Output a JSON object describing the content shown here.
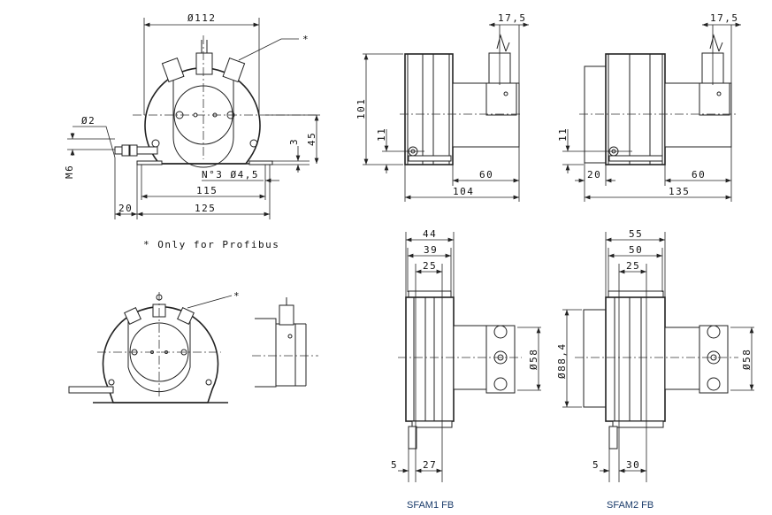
{
  "front_view": {
    "dia_112": "Ø112",
    "asterisk": "*",
    "dia_2": "Ø2",
    "m6": "M6",
    "dim_3": "3",
    "dim_45": "45",
    "holes": "N°3 Ø4,5",
    "dim_115": "115",
    "dim_125": "125",
    "dim_20": "20"
  },
  "footnote": "* Only for Profibus",
  "profibus_view": {
    "asterisk": "*"
  },
  "sfam1_side": {
    "dim_17_5": "17,5",
    "dim_101": "101",
    "dim_11": "11",
    "dim_60": "60",
    "dim_104": "104"
  },
  "sfam2_side": {
    "dim_17_5": "17,5",
    "dim_11": "11",
    "dim_20": "20",
    "dim_60": "60",
    "dim_135": "135"
  },
  "sfam1_top": {
    "dim_44": "44",
    "dim_39": "39",
    "dim_25": "25",
    "dia_58": "Ø58",
    "dim_5": "5",
    "dim_27": "27",
    "label": "SFAM1 FB"
  },
  "sfam2_top": {
    "dim_55": "55",
    "dim_50": "50",
    "dim_25": "25",
    "dia_88_4": "Ø88,4",
    "dia_58": "Ø58",
    "dim_5": "5",
    "dim_30": "30",
    "label": "SFAM2 FB"
  }
}
